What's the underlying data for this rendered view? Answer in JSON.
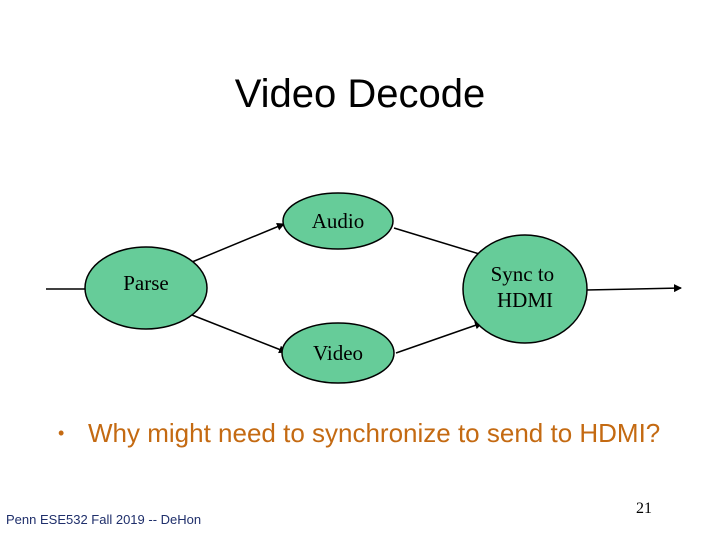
{
  "slide": {
    "title": "Video Decode",
    "bullet": "Why might need to synchronize to send to HDMI?",
    "footer": "Penn ESE532 Fall 2019 -- DeHon",
    "page_number": "21"
  },
  "diagram": {
    "nodes": {
      "audio": "Audio",
      "parse": "Parse",
      "sync": [
        "Sync to",
        "HDMI"
      ],
      "video": "Video"
    },
    "colors": {
      "node_fill": "#66cc99",
      "node_stroke": "#000000",
      "edge": "#000000",
      "bullet_text": "#c46a12",
      "footer_text": "#1f2f6b"
    }
  }
}
